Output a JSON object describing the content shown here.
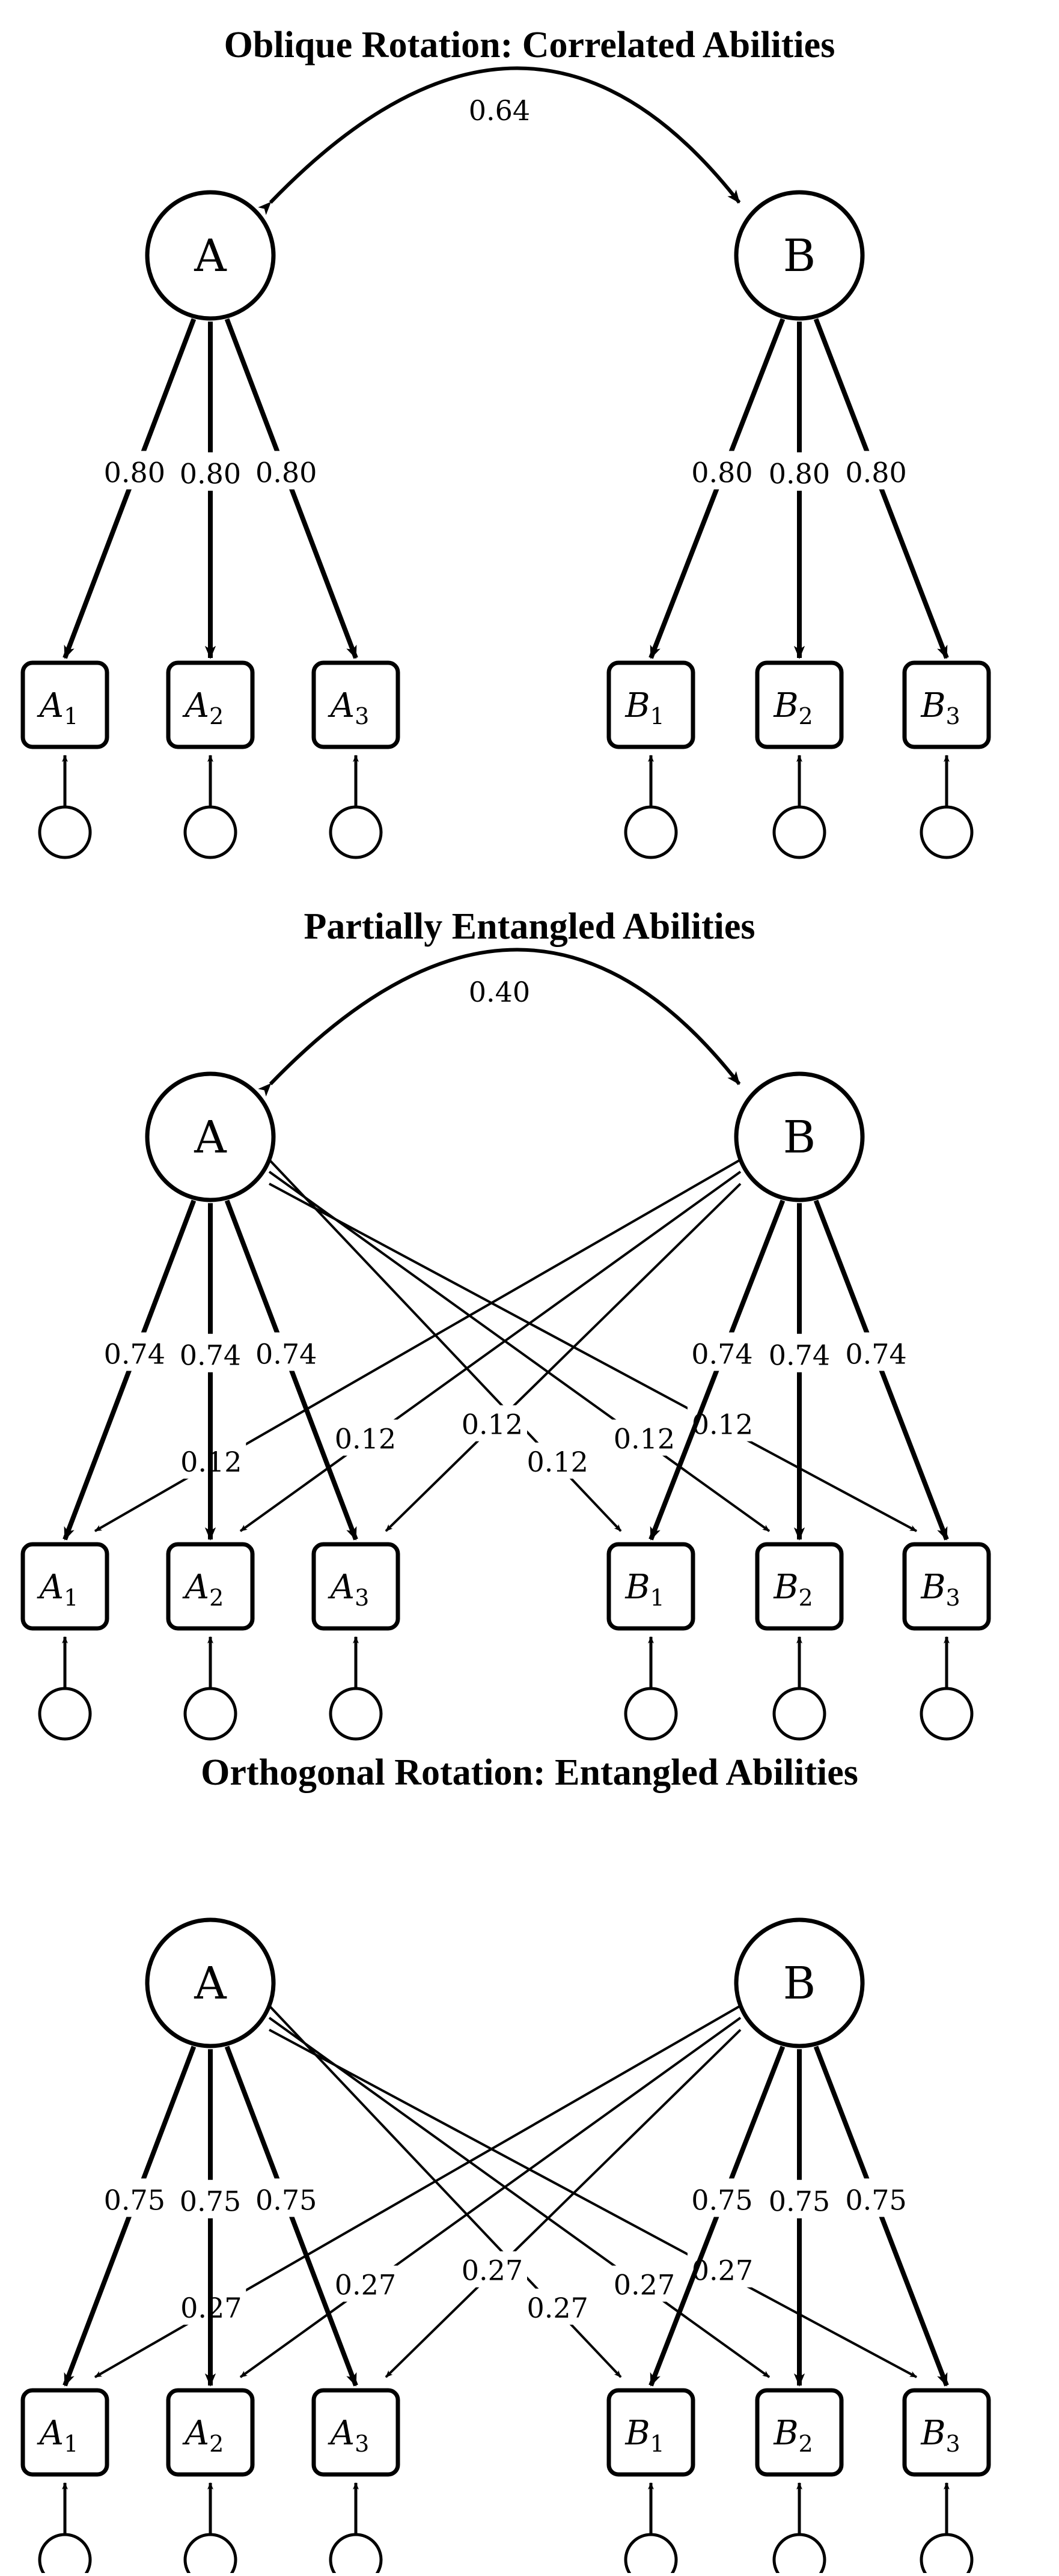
{
  "panels": [
    {
      "title": "Oblique Rotation: Correlated Abilities",
      "correlation": "0.64",
      "factors": [
        "A",
        "B"
      ],
      "indicators": {
        "A": [
          {
            "base": "A",
            "sub": "1"
          },
          {
            "base": "A",
            "sub": "2"
          },
          {
            "base": "A",
            "sub": "3"
          }
        ],
        "B": [
          {
            "base": "B",
            "sub": "1"
          },
          {
            "base": "B",
            "sub": "2"
          },
          {
            "base": "B",
            "sub": "3"
          }
        ]
      },
      "primary_loadings": {
        "A": [
          "0.80",
          "0.80",
          "0.80"
        ],
        "B": [
          "0.80",
          "0.80",
          "0.80"
        ]
      },
      "cross_loadings": {
        "A_to_B": [],
        "B_to_A": []
      }
    },
    {
      "title": "Partially Entangled Abilities",
      "correlation": "0.40",
      "factors": [
        "A",
        "B"
      ],
      "indicators": {
        "A": [
          {
            "base": "A",
            "sub": "1"
          },
          {
            "base": "A",
            "sub": "2"
          },
          {
            "base": "A",
            "sub": "3"
          }
        ],
        "B": [
          {
            "base": "B",
            "sub": "1"
          },
          {
            "base": "B",
            "sub": "2"
          },
          {
            "base": "B",
            "sub": "3"
          }
        ]
      },
      "primary_loadings": {
        "A": [
          "0.74",
          "0.74",
          "0.74"
        ],
        "B": [
          "0.74",
          "0.74",
          "0.74"
        ]
      },
      "cross_loadings": {
        "A_to_B": [
          "0.12",
          "0.12",
          "0.12"
        ],
        "B_to_A": [
          "0.12",
          "0.12",
          "0.12"
        ]
      }
    },
    {
      "title": "Orthogonal Rotation: Entangled Abilities",
      "correlation": "",
      "factors": [
        "A",
        "B"
      ],
      "indicators": {
        "A": [
          {
            "base": "A",
            "sub": "1"
          },
          {
            "base": "A",
            "sub": "2"
          },
          {
            "base": "A",
            "sub": "3"
          }
        ],
        "B": [
          {
            "base": "B",
            "sub": "1"
          },
          {
            "base": "B",
            "sub": "2"
          },
          {
            "base": "B",
            "sub": "3"
          }
        ]
      },
      "primary_loadings": {
        "A": [
          "0.75",
          "0.75",
          "0.75"
        ],
        "B": [
          "0.75",
          "0.75",
          "0.75"
        ]
      },
      "cross_loadings": {
        "A_to_B": [
          "0.27",
          "0.27",
          "0.27"
        ],
        "B_to_A": [
          "0.27",
          "0.27",
          "0.27"
        ]
      }
    }
  ]
}
